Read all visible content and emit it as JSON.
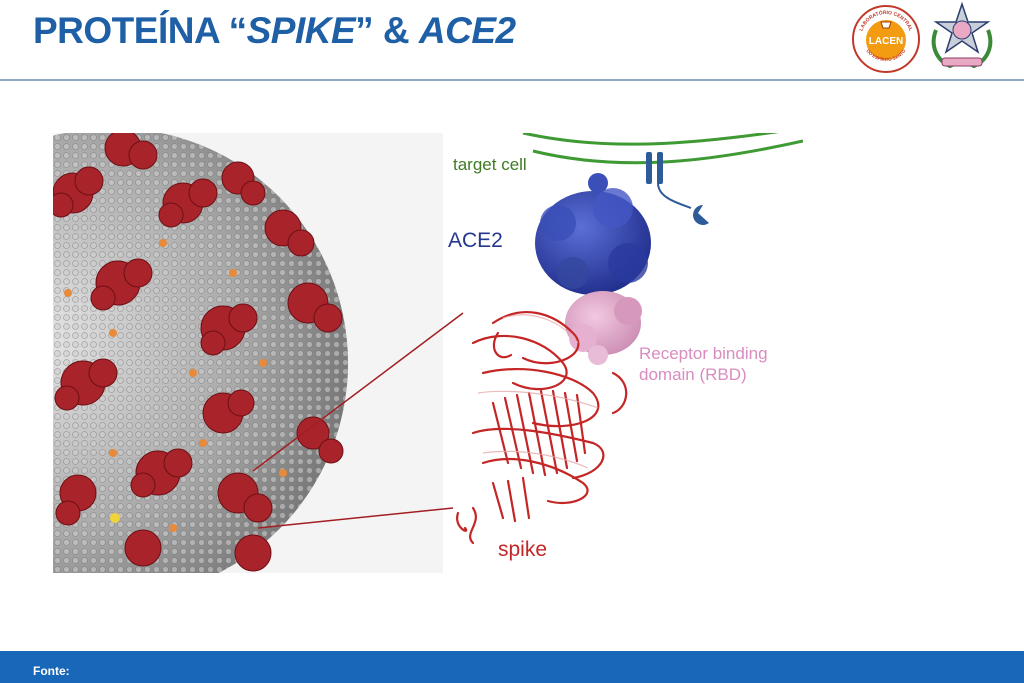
{
  "slide": {
    "title_part1": "PROTEÍNA “",
    "title_italic1": "SPIKE",
    "title_part2": "” & ",
    "title_italic2": "ACE2",
    "footer_label": "Fonte:"
  },
  "figure": {
    "label_target_cell": "target cell",
    "label_ace2": "ACE2",
    "label_rbd": "Receptor binding domain (RBD)",
    "label_spike": "spike"
  },
  "logos": {
    "lacen_top_text": "LABORATÓRIO CENTRAL",
    "lacen_center_text": "LACEN",
    "lacen_bottom_text": "DO ESPÍRITO SANTO"
  },
  "colors": {
    "title_blue": "#1e5fa6",
    "footer_blue": "#1867b8",
    "membrane_green": "#3f7a25",
    "ace2_blue": "#25378f",
    "rbd_pink": "#d98cbf",
    "spike_red": "#c42626"
  }
}
